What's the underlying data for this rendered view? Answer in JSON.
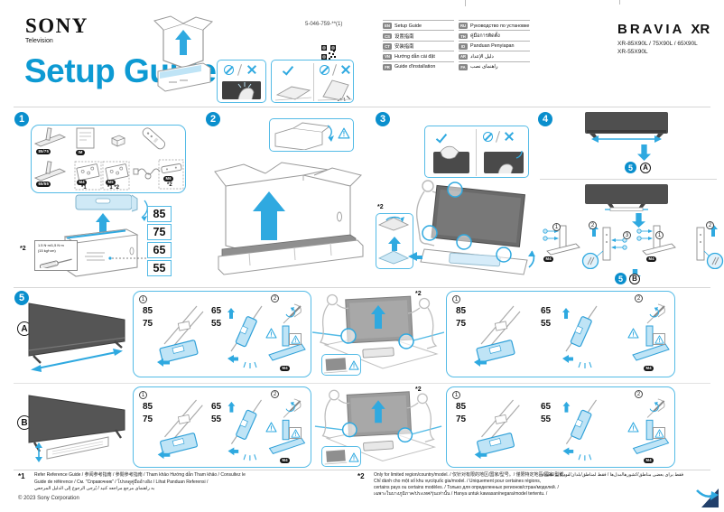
{
  "colors": {
    "accent": "#0d9ad3",
    "arrow": "#2fa9e0",
    "light_fill": "#bfe4f6",
    "tv_dark": "#545454"
  },
  "header": {
    "brand": "SONY",
    "subtitle": "Television",
    "title": "Setup Guide",
    "part_number": "5-046-759-**(1)",
    "logo_bravia": "BRAVIA",
    "logo_xr": "XR",
    "models_line1": "XR-85X90L / 75X90L / 65X90L",
    "models_line2": "XR-55X90L",
    "languages_left": [
      {
        "code": "EN",
        "label": "Setup Guide"
      },
      {
        "code": "CS",
        "label": "设置指南"
      },
      {
        "code": "CT",
        "label": "安装指南"
      },
      {
        "code": "VN",
        "label": "Hướng dẫn cài đặt"
      },
      {
        "code": "FR",
        "label": "Guide d'installation"
      }
    ],
    "languages_right": [
      {
        "code": "RU",
        "label": "Руководство по установке"
      },
      {
        "code": "TH",
        "label": "คู่มือการติดตั้ง"
      },
      {
        "code": "ID",
        "label": "Panduan Penyiapan"
      },
      {
        "code": "AR",
        "label": "دليل الإعداد"
      },
      {
        "code": "FA",
        "label": "راهنمای نصب"
      }
    ]
  },
  "steps": {
    "one": "1",
    "two": "2",
    "three": "3",
    "four": "4",
    "five": "5"
  },
  "marks": {
    "a": "A",
    "b": "B",
    "star1": "*1",
    "star2": "*2",
    "star12": "*1 *2",
    "n1": "1",
    "n2": "2",
    "n3": "3"
  },
  "icons": {
    "warning_mark": "!"
  },
  "step1": {
    "sizes": [
      "85",
      "75",
      "65",
      "55"
    ],
    "badge_stand_top": "85/75",
    "badge_stand_bottom": "65/55",
    "badge_manual": "IM",
    "badge_screws_a": "M4",
    "badge_screws_b": "M5",
    "badge_bracket": "M6",
    "torque_line1": "1.5 N·m/1,5 N·m",
    "torque_line2": "(15 kgf·cm)"
  },
  "step4": {
    "badge_screw": "M4"
  },
  "step5": {
    "sizes_large": [
      "85",
      "75"
    ],
    "sizes_small": [
      "65",
      "55"
    ],
    "badge_screw": "M4"
  },
  "footnotes": {
    "star1_text1": "Refer Reference Guide / 参阅参考指南 / 參閱參考指南 / Tham khảo Hướng dẫn Tham khảo / Consultez le",
    "star1_text2": "Guide de référence / См. \"Справочник\" / โปรดดูคู่มืออ้างอิง / Lihat Panduan Referensi /",
    "star1_text3": "به راهنمای مرجع مراجعه کنید / يُرجى الرجوع إلى الدليل المرجعي",
    "star2_text1": "Only for limited region/country/model. / 仅针对有限的地区/国家/型号。/ 僅限特定地區/國家/型號。/",
    "star2_text2": "Chỉ dành cho một số khu vực/quốc gia/model. / Uniquement pour certaines régions,",
    "star2_text3": "certains pays ou certains modèles. / Только для определенных регионов/стран/моделей. /",
    "star2_text4": "เฉพาะในบางภูมิภาค/ประเทศ/รุ่นเท่านั้น / Hanya untuk kawasan/negara/model tertentu. /",
    "star2_text_ar": "فقط برای بعضی مناطق/کشورها/مدل‌ها / فقط لمناطق/بلدان/موديلات محددة",
    "copyright": "© 2023 Sony Corporation"
  }
}
